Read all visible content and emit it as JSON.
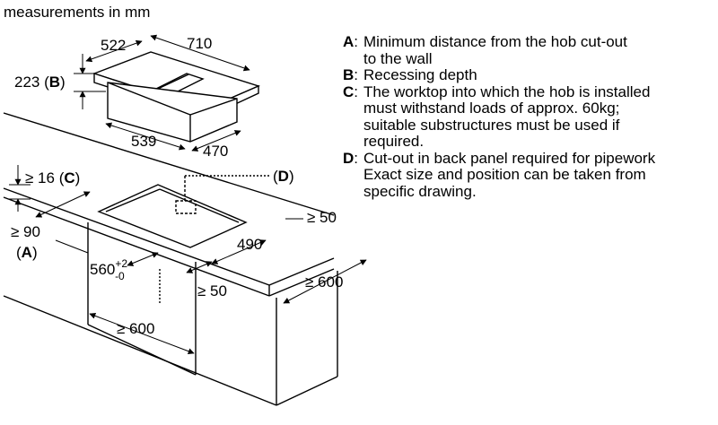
{
  "header": {
    "units": "measurements in mm"
  },
  "hob": {
    "depth": "522",
    "width": "710",
    "height": "223",
    "height_key": "B",
    "cutout_width": "539",
    "cutout_depth": "470"
  },
  "cabinet": {
    "worktop_min": "≥ 16",
    "worktop_key": "C",
    "pipework_key": "D",
    "wall_min": "≥ 90",
    "wall_key": "A",
    "right_min": "≥ 50",
    "cutout_depth": "490",
    "cutout_width": "560",
    "tol_plus": "+2",
    "tol_minus": "-0",
    "inner_min": "≥ 50",
    "carcass_width": "≥ 600",
    "worktop_depth": "≥ 600"
  },
  "legend": [
    {
      "key": "A",
      "text": "Minimum distance from the hob cut-out\nto the wall"
    },
    {
      "key": "B",
      "text": "Recessing depth"
    },
    {
      "key": "C",
      "text": "The worktop into which the hob is installed\nmust withstand loads of approx. 60kg;\nsuitable substructures must be used if\nrequired."
    },
    {
      "key": "D",
      "text": "Cut-out in back panel required for pipework\nExact size and position can be taken from\nspecific drawing."
    }
  ]
}
